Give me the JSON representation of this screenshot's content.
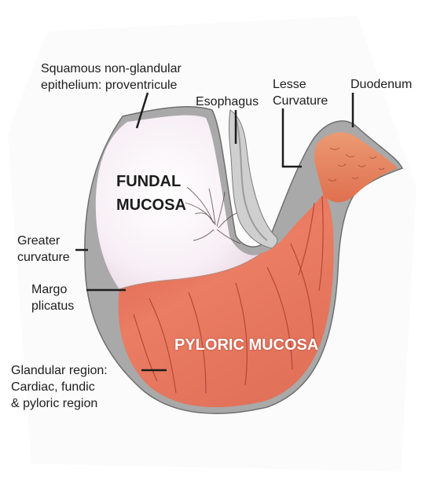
{
  "labels": {
    "squamous": [
      "Squamous non-glandular",
      "epithelium: proventricule"
    ],
    "esophagus": "Esophagus",
    "lesser_curvature": [
      "Lesse",
      "Curvature"
    ],
    "duodenum": "Duodenum",
    "greater_curvature": [
      "Greater",
      "curvature"
    ],
    "margo_plicatus": [
      "Margo",
      "plicatus"
    ],
    "glandular_region": [
      "Glandular region:",
      "Cardiac, fundic",
      "& pyloric region"
    ]
  },
  "regions": {
    "fundal_mucosa": [
      "FUNDAL",
      "MUCOSA"
    ],
    "pyloric_mucosa": "PYLORIC MUCOSA"
  },
  "colors": {
    "wall_gray": "#a9a9a9",
    "fundal_white": "#f6eef4",
    "glandular_red": "#e5735c",
    "leader_line": "#1d1d1d"
  }
}
